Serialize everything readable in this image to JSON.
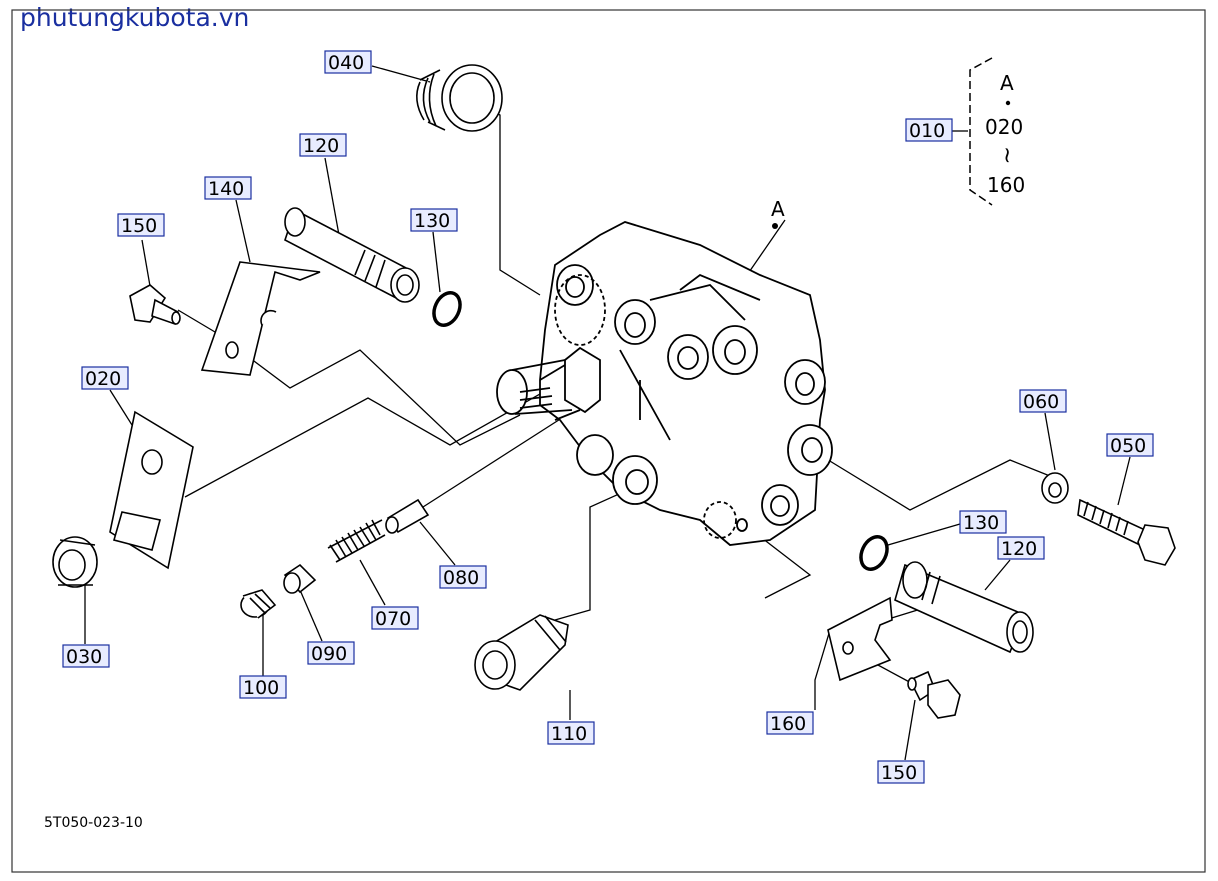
{
  "watermark": "phutungkubota.vn",
  "doc_code": "5T050-023-10",
  "assembly": {
    "part": "010",
    "letter": "A",
    "from": "020",
    "tilde": "~",
    "to": "160"
  },
  "ref_letter": "A",
  "labels": {
    "p040": "040",
    "p120a": "120",
    "p140": "140",
    "p130a": "130",
    "p150a": "150",
    "p020": "020",
    "p030": "030",
    "p100": "100",
    "p090": "090",
    "p070": "070",
    "p080": "080",
    "p110": "110",
    "p060": "060",
    "p050": "050",
    "p130b": "130",
    "p120b": "120",
    "p160": "160",
    "p150b": "150"
  },
  "colors": {
    "label_border": "#1a2fa0",
    "label_fill": "#e8ecff",
    "watermark": "#1a2fa0"
  }
}
